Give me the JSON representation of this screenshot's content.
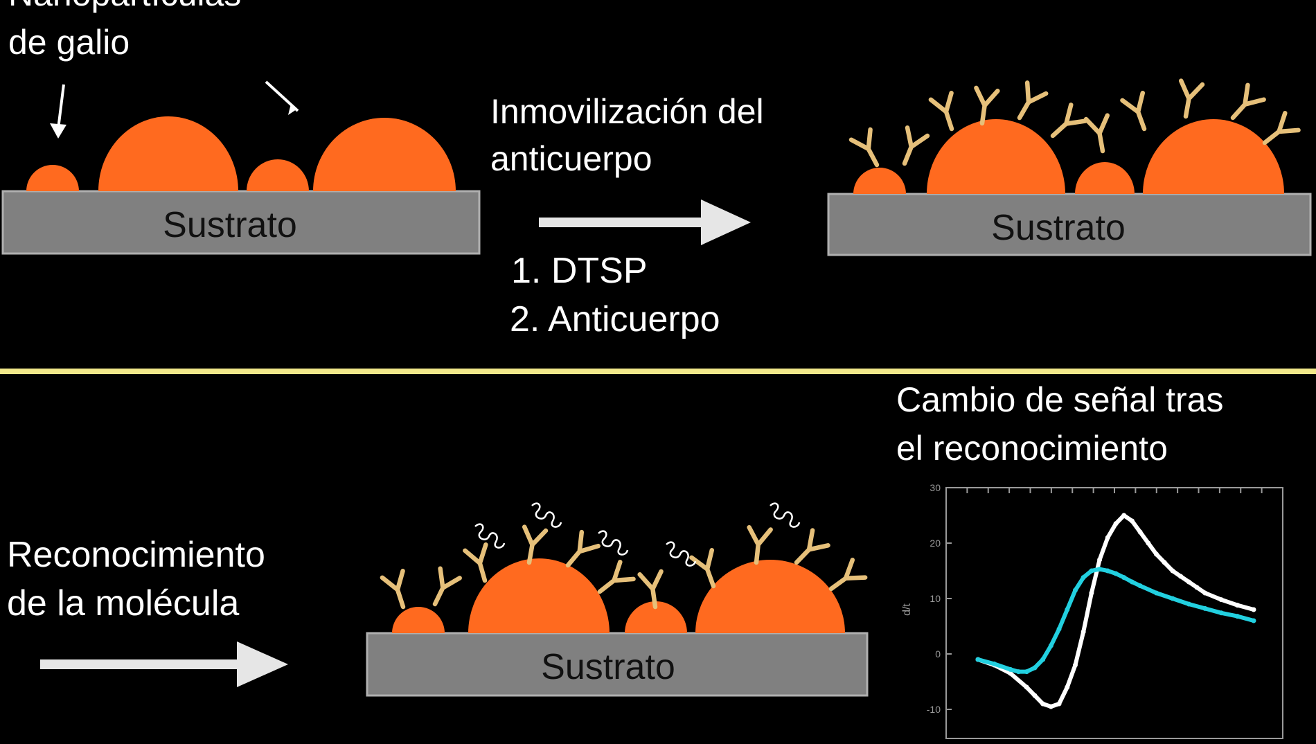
{
  "labels": {
    "nanoparticles_line1": "Nanopartículas",
    "nanoparticles_line2": "de galio",
    "immobilization_line1": "Inmovilización del",
    "immobilization_line2": "anticuerpo",
    "step1": "1. DTSP",
    "step2": "2. Anticuerpo",
    "recognition_line1": "Reconocimiento",
    "recognition_line2": "de la molécula",
    "signal_line1": "Cambio de señal tras",
    "signal_line2": "el reconocimiento",
    "substrate": "Sustrato"
  },
  "colors": {
    "background": "#000000",
    "nanoparticle": "#ff6a1f",
    "substrate": "#808080",
    "antibody": "#e6c07a",
    "divider": "#f2e88a",
    "arrow": "#e6e6e6",
    "series_before": "#ffffff",
    "series_after": "#22d0e0"
  },
  "chart_data": {
    "type": "line",
    "title": "",
    "xlabel": "",
    "ylabel": "",
    "ylim": [
      -10,
      30
    ],
    "y_ticks": [
      "30",
      "20",
      "10",
      "0",
      "-10"
    ],
    "grid": false,
    "series": [
      {
        "color": "#ffffff",
        "x": [
          0,
          2,
          4,
          6,
          7,
          8,
          9,
          10,
          11,
          12,
          13,
          14,
          15,
          16,
          17,
          18,
          19,
          20,
          21,
          22,
          23,
          24,
          25,
          26,
          27,
          28,
          30,
          32,
          34
        ],
        "y": [
          -1,
          -2,
          -3.5,
          -6,
          -7.5,
          -9,
          -9.5,
          -9,
          -6,
          -2,
          4,
          11,
          17,
          21,
          23.5,
          25,
          24,
          22,
          20,
          18,
          16.5,
          15,
          14,
          13,
          12,
          11,
          9.8,
          8.8,
          8
        ]
      },
      {
        "color": "#22d0e0",
        "x": [
          0,
          2,
          4,
          5,
          6,
          7,
          8,
          9,
          10,
          11,
          12,
          13,
          14,
          15,
          16,
          17,
          18,
          19,
          20,
          22,
          24,
          26,
          28,
          30,
          32,
          34
        ],
        "y": [
          -1,
          -1.8,
          -2.8,
          -3.2,
          -3.2,
          -2.5,
          -1,
          1.5,
          4.5,
          8,
          11.5,
          13.8,
          15,
          15.3,
          15,
          14.5,
          13.8,
          13,
          12.3,
          11,
          10,
          9,
          8.2,
          7.4,
          6.8,
          6
        ]
      }
    ]
  }
}
